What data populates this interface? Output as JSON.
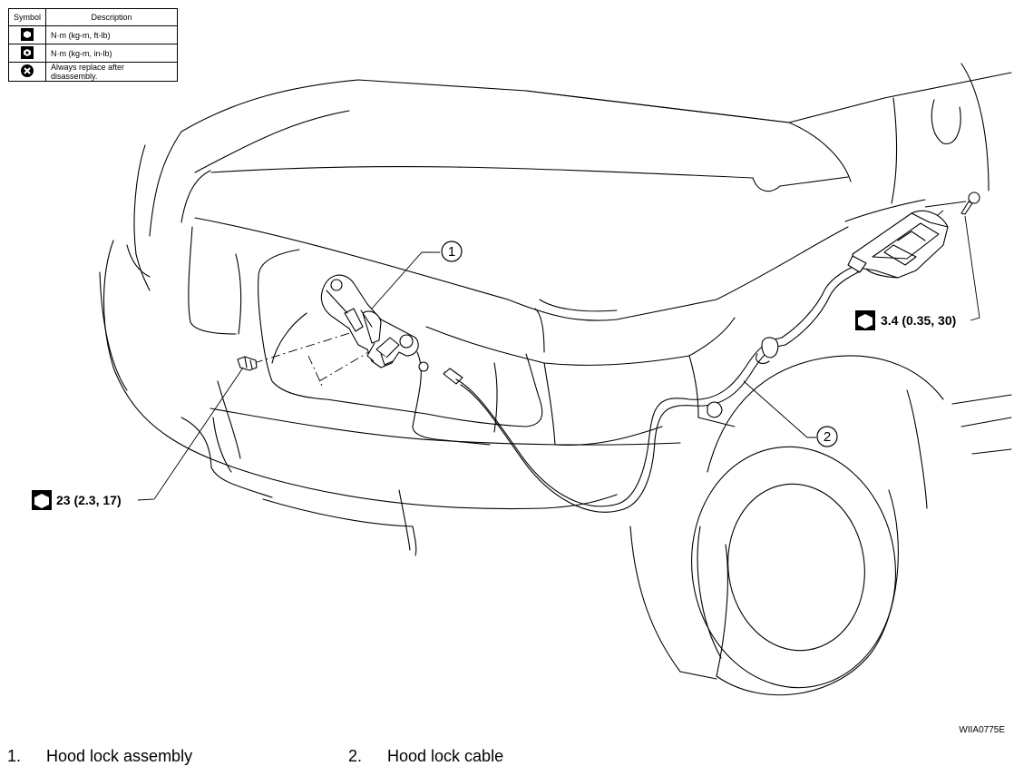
{
  "legend": {
    "header_symbol": "Symbol",
    "header_description": "Description",
    "rows": [
      {
        "icon": "torque-wrench-ft-lb-icon",
        "description": "N·m (kg-m, ft-lb)"
      },
      {
        "icon": "torque-wrench-in-lb-icon",
        "description": "N·m (kg-m, in-lb)"
      },
      {
        "icon": "replace-after-disassembly-icon",
        "description": "Always replace after disassembly."
      }
    ]
  },
  "torque_specs": {
    "hood_lock_bolt": "23 (2.3, 17)",
    "cable_clip_screw": "3.4 (0.35, 30)"
  },
  "callouts": {
    "hood_lock_assembly": "1",
    "hood_lock_cable": "2"
  },
  "image_code": "WIIA0775E",
  "parts": [
    {
      "number": "1.",
      "name": "Hood lock assembly"
    },
    {
      "number": "2.",
      "name": "Hood lock cable"
    }
  ]
}
